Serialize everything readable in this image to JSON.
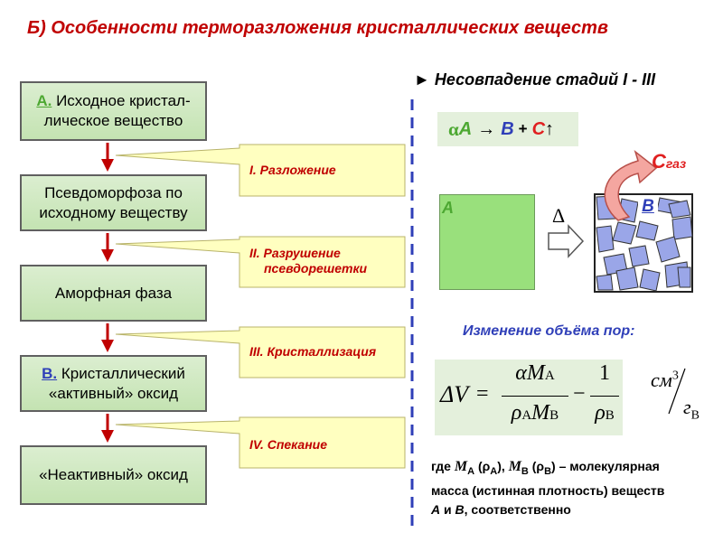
{
  "title": "Б) Особенности терморазложения кристаллических веществ",
  "flow": {
    "boxes": [
      {
        "letter": "А.",
        "text_1": " Исходное кристал-",
        "text_2": "лическое вещество"
      },
      {
        "text_1": "Псевдоморфоза по",
        "text_2": "исходному веществу"
      },
      {
        "text_1": "Аморфная фаза"
      },
      {
        "letter": "В.",
        "text_1": " Кристаллический",
        "text_2": "«активный» оксид"
      },
      {
        "text_1": "«Неактивный» оксид"
      }
    ],
    "stages": [
      {
        "line_1": "I. Разложение"
      },
      {
        "line_1": "II. Разрушение",
        "line_2": "псевдорешетки"
      },
      {
        "line_1": "III. Кристаллизация"
      },
      {
        "line_1": "IV. Спекание"
      }
    ]
  },
  "right": {
    "heading_marker": "►",
    "heading": "Несовпадение стадий I - III",
    "reaction": {
      "coef": "α",
      "reactant": "A",
      "arrow": "→",
      "product_b": "B",
      "plus": "+",
      "product_c": "C",
      "gas_arrow": "↑"
    },
    "gas_label": {
      "main": "C",
      "sub": "газ"
    },
    "square_a_label": "A",
    "square_b_label": "B",
    "delta": "Δ",
    "pore_title": "Изменение объёма пор:",
    "equation": {
      "delta_v": "ΔV",
      "equals": "=",
      "alpha_m": "αM",
      "sub_a": "A",
      "rho": "ρ",
      "m": "M",
      "sub_b": "B",
      "minus": "−",
      "one": "1"
    },
    "units": {
      "num": "см",
      "exp": "3",
      "den": "г",
      "den_sub": "B"
    },
    "note": {
      "where": "где ",
      "ma": "M",
      "ma_sub": "A",
      "rho_a_open": " (ρ",
      "rho_a_sub": "A",
      "sep": "), ",
      "mb": "M",
      "mb_sub": "B",
      "rho_b_open": " (ρ",
      "rho_b_sub": "B",
      "rest_1": ") – молекулярная",
      "line_2": "масса (истинная плотность) веществ",
      "a": "A",
      "and": " и ",
      "b": "B",
      "rest_3": ", соответственно"
    }
  },
  "colors": {
    "title": "#c00000",
    "box_fill": "#c4e3b2",
    "arrow": "#c00000",
    "callout_fill": "#ffffc0",
    "callout_stroke": "#b8b36a",
    "accent_green": "#4da832",
    "accent_blue": "#2f3fb8",
    "particle_fill": "#9aa6e8",
    "gas_arrow": "#f4a6a0"
  }
}
